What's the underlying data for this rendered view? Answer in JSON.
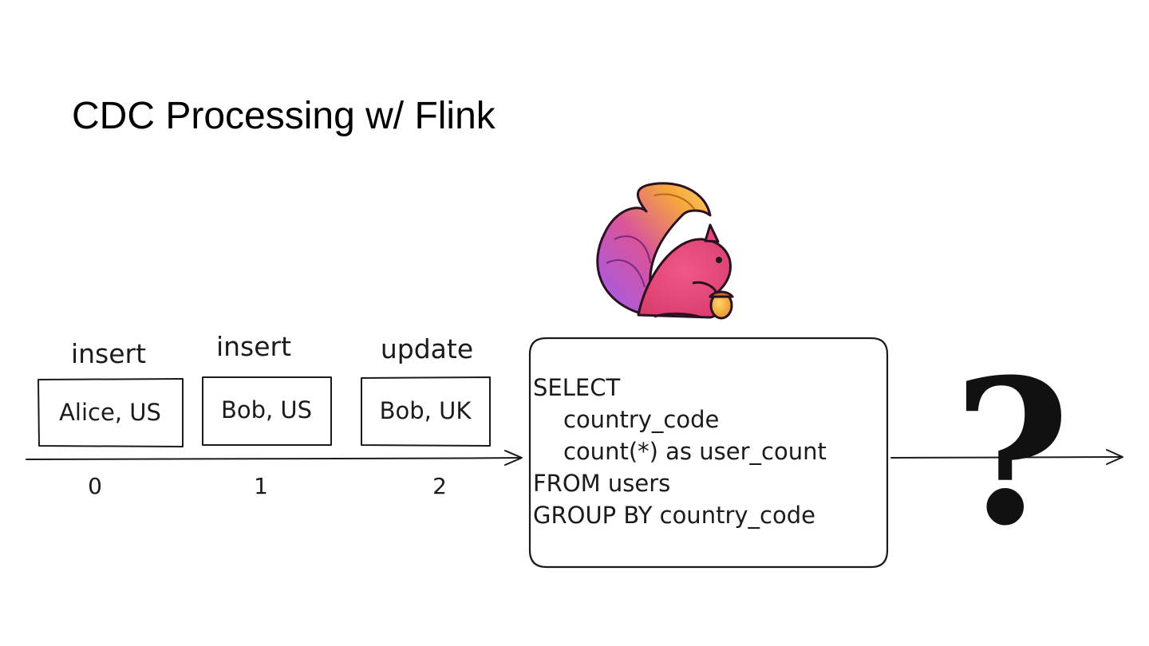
{
  "slide": {
    "title": "CDC Processing w/ Flink"
  },
  "events": [
    {
      "operation": "insert",
      "record": "Alice, US",
      "offset": "0"
    },
    {
      "operation": "insert",
      "record": "Bob, US",
      "offset": "1"
    },
    {
      "operation": "update",
      "record": "Bob, UK",
      "offset": "2"
    }
  ],
  "query": {
    "lines": [
      "SELECT",
      "country_code",
      "count(*) as user_count",
      "FROM users",
      "GROUP BY country_code"
    ]
  },
  "output": {
    "symbol": "?"
  },
  "icons": {
    "logo": "apache-flink-squirrel-icon"
  },
  "colors": {
    "ink": "#1b1b1b",
    "squirrel_body": "#e6457a",
    "tail_purple": "#9d5cf0",
    "tail_orange": "#f7a93b",
    "acorn": "#f2a33a"
  }
}
